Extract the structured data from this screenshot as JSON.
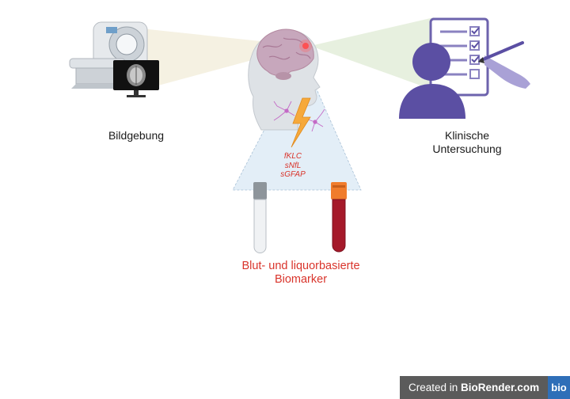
{
  "labels": {
    "imaging": "Bildgebung",
    "clinical": "Klinische Untersuchung",
    "biomarkers": "Blut- und liquorbasierte Biomarker"
  },
  "markers": [
    "fKLC",
    "sNfL",
    "sGFAP"
  ],
  "badge": {
    "prefix": "Created in ",
    "brand": "BioRender.com",
    "logo": "bio"
  },
  "icons": [
    "mri-scanner-icon",
    "monitor-brain-scan-icon",
    "head-brain-icon",
    "lightning-icon",
    "neuron-icon",
    "clinician-icon",
    "checklist-clipboard-icon",
    "pen-hand-icon",
    "empty-tube-icon",
    "blood-tube-icon"
  ],
  "colors": {
    "accent_red": "#d9342b",
    "clinician_purple": "#5b4fa3",
    "badge_gray": "#5b5b5b",
    "badge_blue": "#2f6fb8"
  }
}
